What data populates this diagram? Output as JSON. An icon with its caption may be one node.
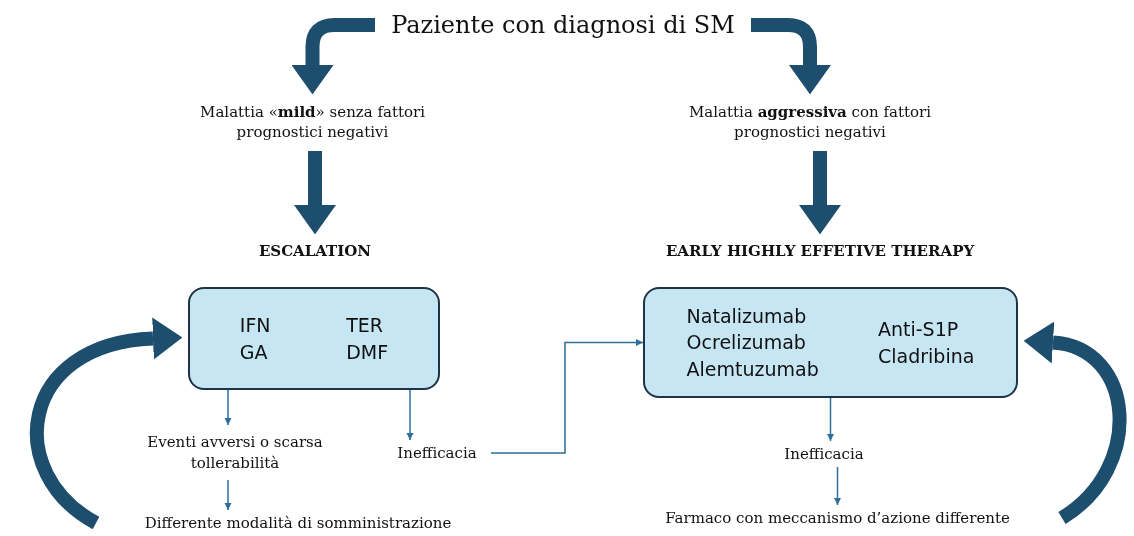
{
  "diagram": {
    "nodes": [
      {
        "text": [
          "Paziente con diagnosi di SM"
        ]
      },
      {
        "text": [
          "Malattia «**mild**» senza fattori prognostici negativi"
        ]
      },
      {
        "text": [
          "Malattia **aggressiva** con fattori prognostici negativi"
        ]
      },
      {
        "text": [
          "ESCALATION"
        ]
      },
      {
        "text": [
          "EARLY HIGHLY EFFETIVE THERAPY"
        ]
      },
      {
        "text": [
          "IFN",
          "GA",
          "TER",
          "DMF"
        ]
      },
      {
        "text": [
          "Natalizumab",
          "Ocrelizumab",
          "Alemtuzumab",
          "Anti-S1P",
          "Cladribina"
        ]
      },
      {
        "text": [
          "Eventi avversi o scarsa tollerabilità"
        ]
      },
      {
        "text": [
          "Inefficacia"
        ]
      },
      {
        "text": [
          "Inefficacia"
        ]
      },
      {
        "text": [
          "Differente modalità di somministrazione"
        ]
      },
      {
        "text": [
          "Farmaco con meccanismo d’azione differente"
        ]
      }
    ],
    "edges": [
      {
        "from": 0,
        "to": 1,
        "arrow": "to",
        "style": "thick",
        "color": "#1d4e6e"
      },
      {
        "from": 0,
        "to": 2,
        "arrow": "to",
        "style": "thick",
        "color": "#1d4e6e"
      },
      {
        "from": 1,
        "to": 3,
        "arrow": "to",
        "style": "thick",
        "color": "#1d4e6e"
      },
      {
        "from": 2,
        "to": 4,
        "arrow": "to",
        "style": "thick",
        "color": "#1d4e6e"
      },
      {
        "from": 5,
        "to": 7,
        "arrow": "to"
      },
      {
        "from": 5,
        "to": 8,
        "arrow": "to"
      },
      {
        "from": 8,
        "to": 6,
        "arrow": "to"
      },
      {
        "from": 6,
        "to": 9,
        "arrow": "to"
      },
      {
        "from": 9,
        "to": 11,
        "arrow": "to"
      },
      {
        "from": 7,
        "to": 10,
        "arrow": "to"
      },
      {
        "from": 10,
        "to": 5,
        "arrow": "to",
        "style": "thick",
        "color": "#1d4e6e"
      },
      {
        "from": 11,
        "to": 6,
        "arrow": "to",
        "style": "thick",
        "color": "#1d4e6e"
      }
    ]
  }
}
